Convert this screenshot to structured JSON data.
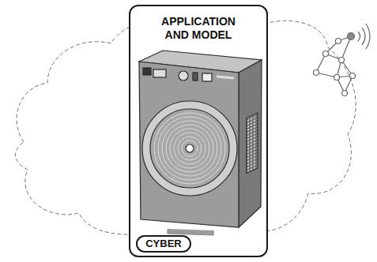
{
  "diagram": {
    "nodes": [
      {
        "text": [
          "APPLICATION AND MODEL"
        ]
      },
      {
        "text": [
          "CYBER"
        ],
        "in": 0
      }
    ]
  }
}
